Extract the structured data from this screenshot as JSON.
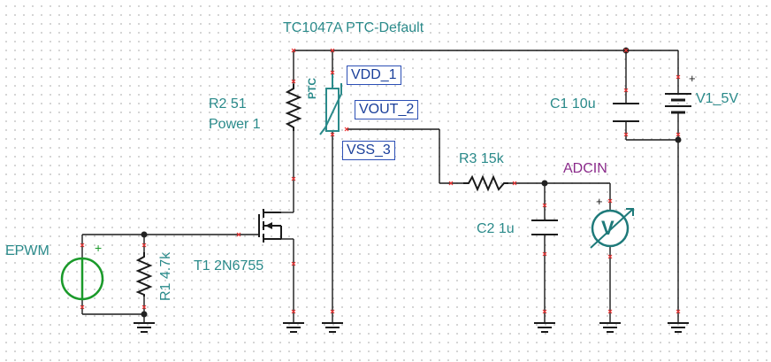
{
  "schematic": {
    "ptc_device_title": "TC1047A PTC-Default",
    "ptc_symbol_text": "PTC",
    "r2": {
      "name": "R2 51",
      "sub": "Power 1"
    },
    "r1": {
      "name": "R1 4.7k"
    },
    "r3": {
      "name": "R3 15k"
    },
    "c1": {
      "name": "C1 10u"
    },
    "c2": {
      "name": "C2 1u"
    },
    "v1": {
      "name": "V1_5V",
      "polarity": "+"
    },
    "epwm": {
      "name": "EPWM",
      "polarity": "+"
    },
    "t1": {
      "name": "T1 2N6755"
    },
    "adcin": {
      "name": "ADCIN",
      "color": "#8a2a8a"
    },
    "voltmeter": {
      "symbol": "V",
      "polarity": "+"
    },
    "net_labels": {
      "vdd": "VDD_1",
      "vout": "VOUT_2",
      "vss": "VSS_3"
    }
  },
  "colors": {
    "label": "#2a8a8a",
    "net_label": "#1a3f9a",
    "wire": "#1a1a1a",
    "voltmeter": "#1e7a7a"
  }
}
